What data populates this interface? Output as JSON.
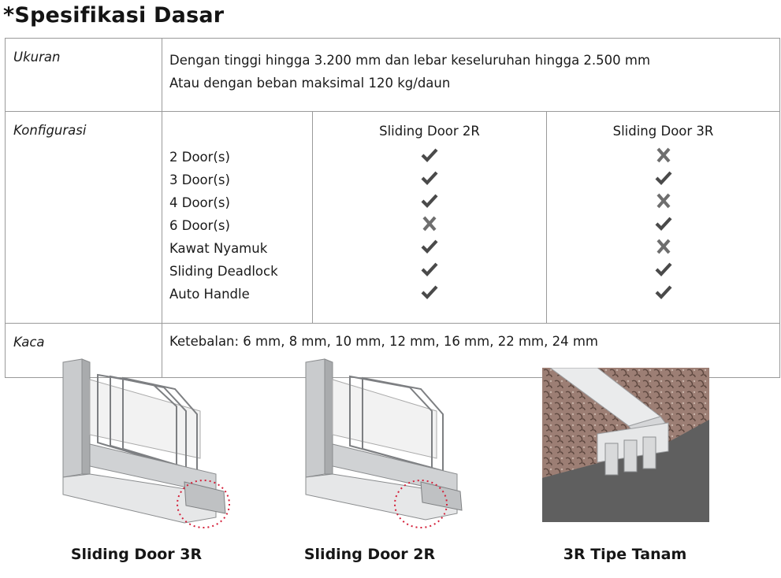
{
  "title": "*Spesifikasi Dasar",
  "rows": {
    "ukuran": {
      "label": "Ukuran",
      "line1": "Dengan tinggi hingga 3.200 mm dan lebar keseluruhan hingga 2.500 mm",
      "line2": "Atau dengan beban maksimal 120 kg/daun"
    },
    "konfigurasi": {
      "label": "Konfigurasi",
      "columns": [
        "Sliding Door 2R",
        "Sliding Door 3R"
      ],
      "options": [
        {
          "name": "2 Door(s)",
          "door2r": true,
          "door3r": false
        },
        {
          "name": "3 Door(s)",
          "door2r": true,
          "door3r": true
        },
        {
          "name": "4 Door(s)",
          "door2r": true,
          "door3r": false
        },
        {
          "name": "6 Door(s)",
          "door2r": false,
          "door3r": true
        },
        {
          "name": "Kawat Nyamuk",
          "door2r": true,
          "door3r": false
        },
        {
          "name": "Sliding Deadlock",
          "door2r": true,
          "door3r": true
        },
        {
          "name": "Auto Handle",
          "door2r": true,
          "door3r": true
        }
      ]
    },
    "kaca": {
      "label": "Kaca",
      "value": "Ketebalan: 6 mm, 8 mm, 10 mm, 12 mm, 16 mm, 22 mm, 24 mm"
    }
  },
  "figures": [
    {
      "caption": "Sliding Door 3R"
    },
    {
      "caption": "Sliding Door 2R"
    },
    {
      "caption": "3R Tipe Tanam"
    }
  ],
  "colors": {
    "check": "#4a4a4a",
    "cross": "#6e6e6e",
    "highlight_circle": "#d4203a"
  }
}
